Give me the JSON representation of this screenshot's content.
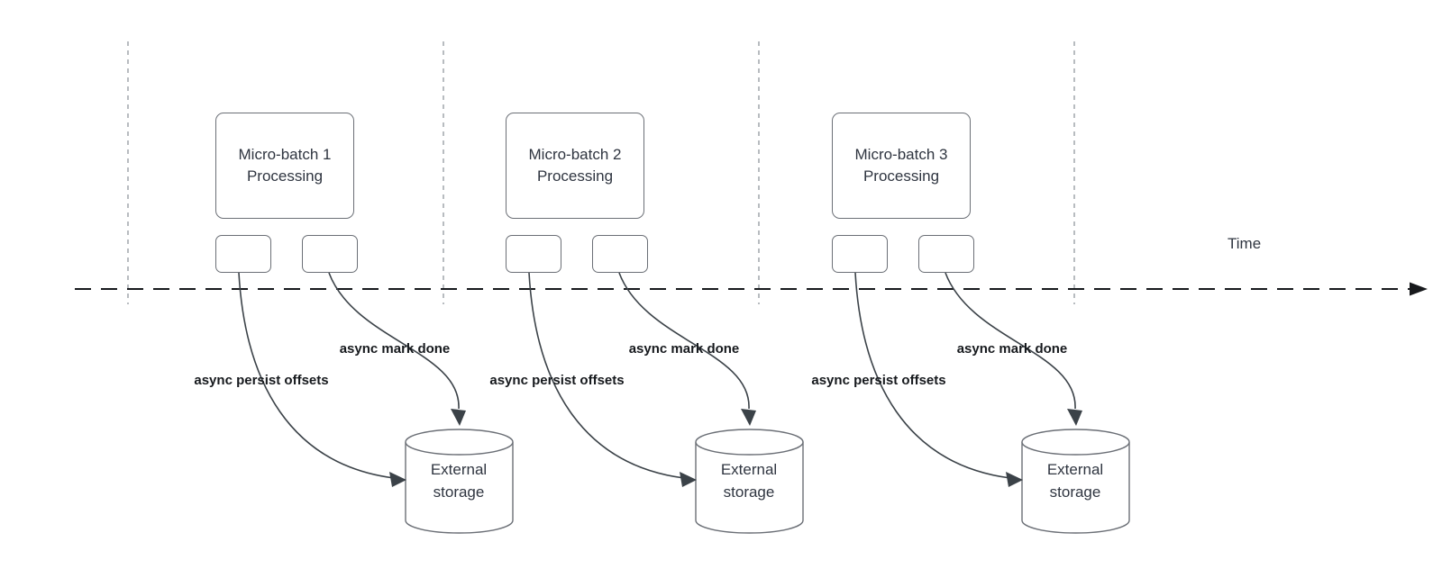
{
  "diagram": {
    "title_semantics": "Micro-batch stream processing timeline with async offset persistence",
    "time_label": "Time",
    "groups": [
      {
        "title": "Micro-batch 1 Processing",
        "persist_label": "async persist offsets",
        "mark_label": "async mark done",
        "storage_label": "External storage"
      },
      {
        "title": "Micro-batch 2 Processing",
        "persist_label": "async persist offsets",
        "mark_label": "async mark done",
        "storage_label": "External storage"
      },
      {
        "title": "Micro-batch 3 Processing",
        "persist_label": "async persist offsets",
        "mark_label": "async mark done",
        "storage_label": "External storage"
      }
    ],
    "colors": {
      "box_border": "#6b6f76",
      "text": "#2f3540",
      "label_text": "#16191d",
      "timeline": "#17191c",
      "guide_line": "#9aa0a6",
      "arrow": "#3b4248"
    }
  }
}
